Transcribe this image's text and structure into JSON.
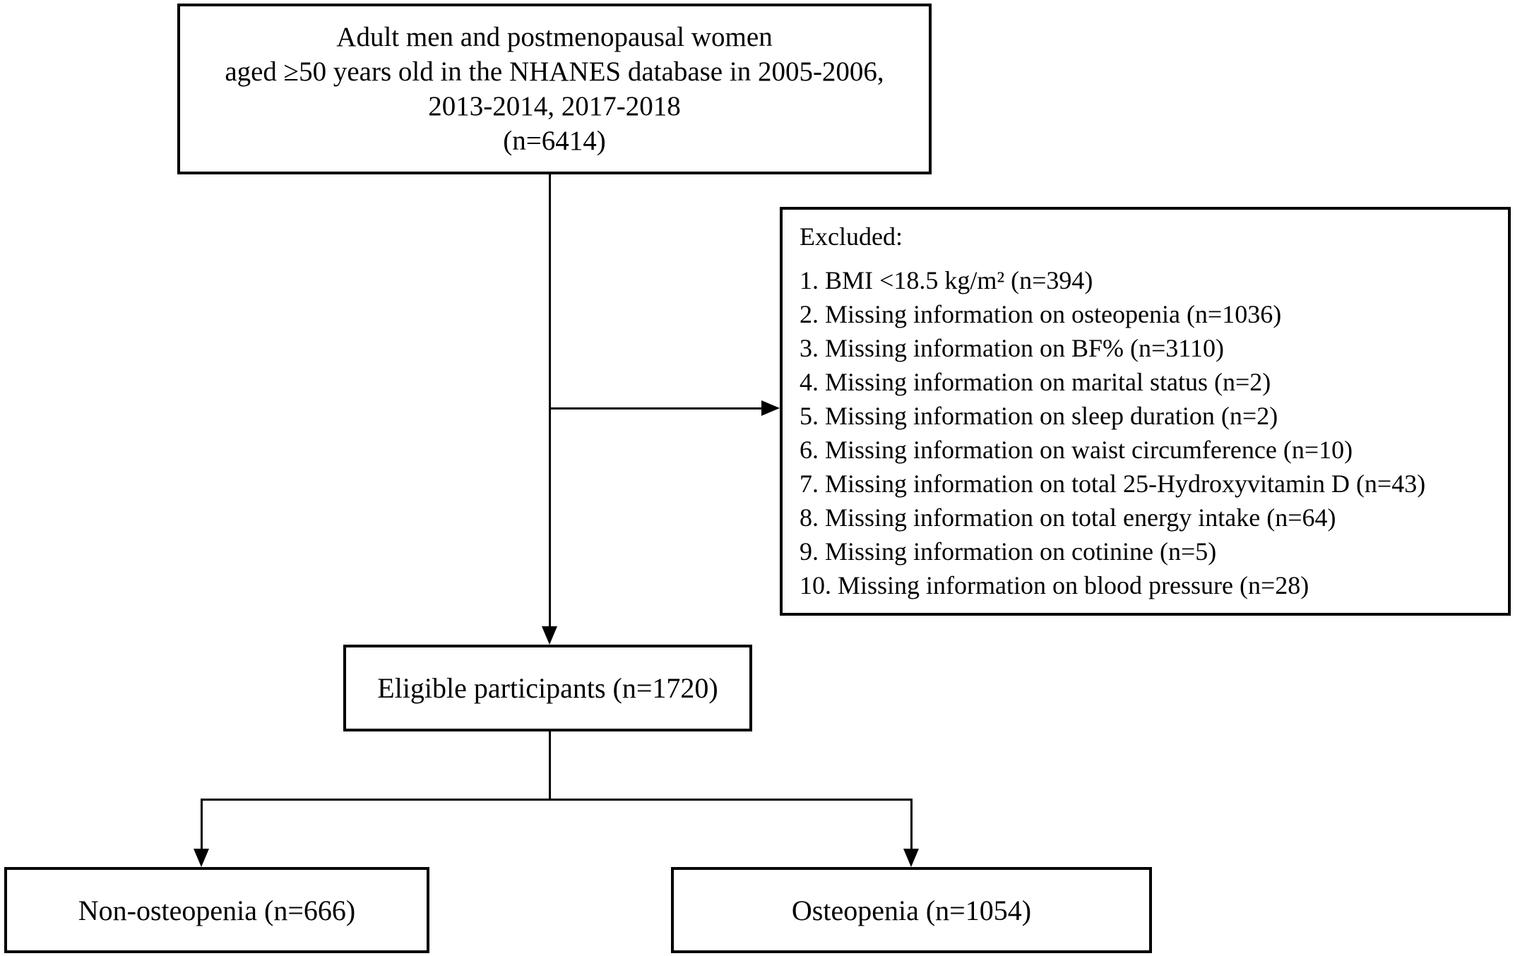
{
  "figure": {
    "background_color": "#ffffff",
    "line_color": "#000000",
    "boxes": {
      "population": {
        "lines": [
          "Adult men and postmenopausal women",
          "aged ≥50 years old in the NHANES database in 2005-2006,",
          "2013-2014, 2017-2018",
          "(n=6414)"
        ]
      },
      "excluded": {
        "title": "Excluded:",
        "items": [
          "1. BMI <18.5 kg/m² (n=394)",
          "2. Missing information on osteopenia (n=1036)",
          "3. Missing information on BF% (n=3110)",
          "4. Missing information on marital status (n=2)",
          "5. Missing information on sleep duration (n=2)",
          "6. Missing information on waist circumference (n=10)",
          "7. Missing information on total 25-Hydroxyvitamin D (n=43)",
          "8. Missing information on total energy intake (n=64)",
          "9. Missing information on cotinine (n=5)",
          "10. Missing information on blood pressure (n=28)"
        ]
      },
      "eligible": {
        "label": "Eligible participants (n=1720)"
      },
      "non_osteopenia": {
        "label": "Non-osteopenia (n=666)"
      },
      "osteopenia": {
        "label": "Osteopenia (n=1054)"
      }
    }
  }
}
